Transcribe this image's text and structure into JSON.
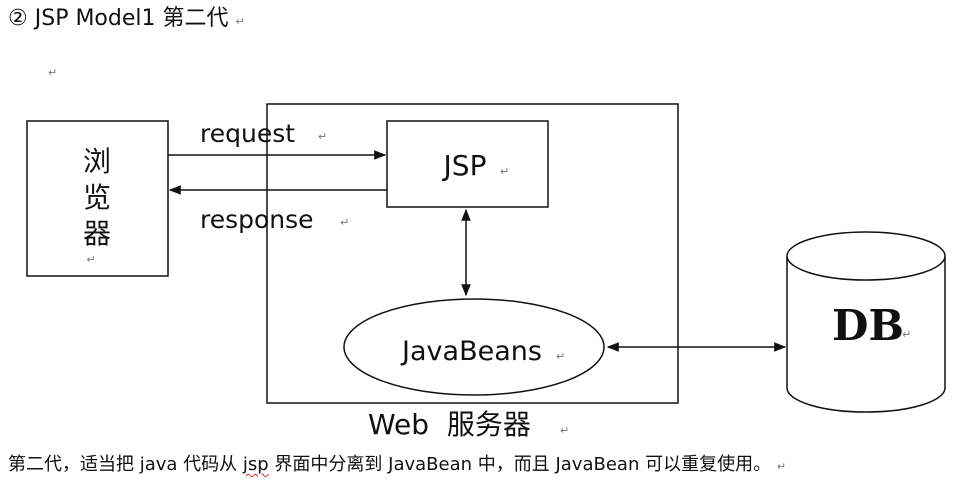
{
  "heading": {
    "number": "②",
    "text": "JSP Model1 第二代"
  },
  "edit_mark": "↵",
  "diagram": {
    "browser_label": [
      "浏",
      "览",
      "器"
    ],
    "jsp_label": "JSP",
    "javabeans_label": "JavaBeans",
    "db_label": "DB",
    "server_label": "Web  服务器",
    "request_label": "request",
    "response_label": "response"
  },
  "caption": {
    "part1": "第二代，适当把 java 代码从 ",
    "part2": "jsp",
    "part3": " 界面中分离到 JavaBean 中，而且 JavaBean 可以重复使用。"
  }
}
